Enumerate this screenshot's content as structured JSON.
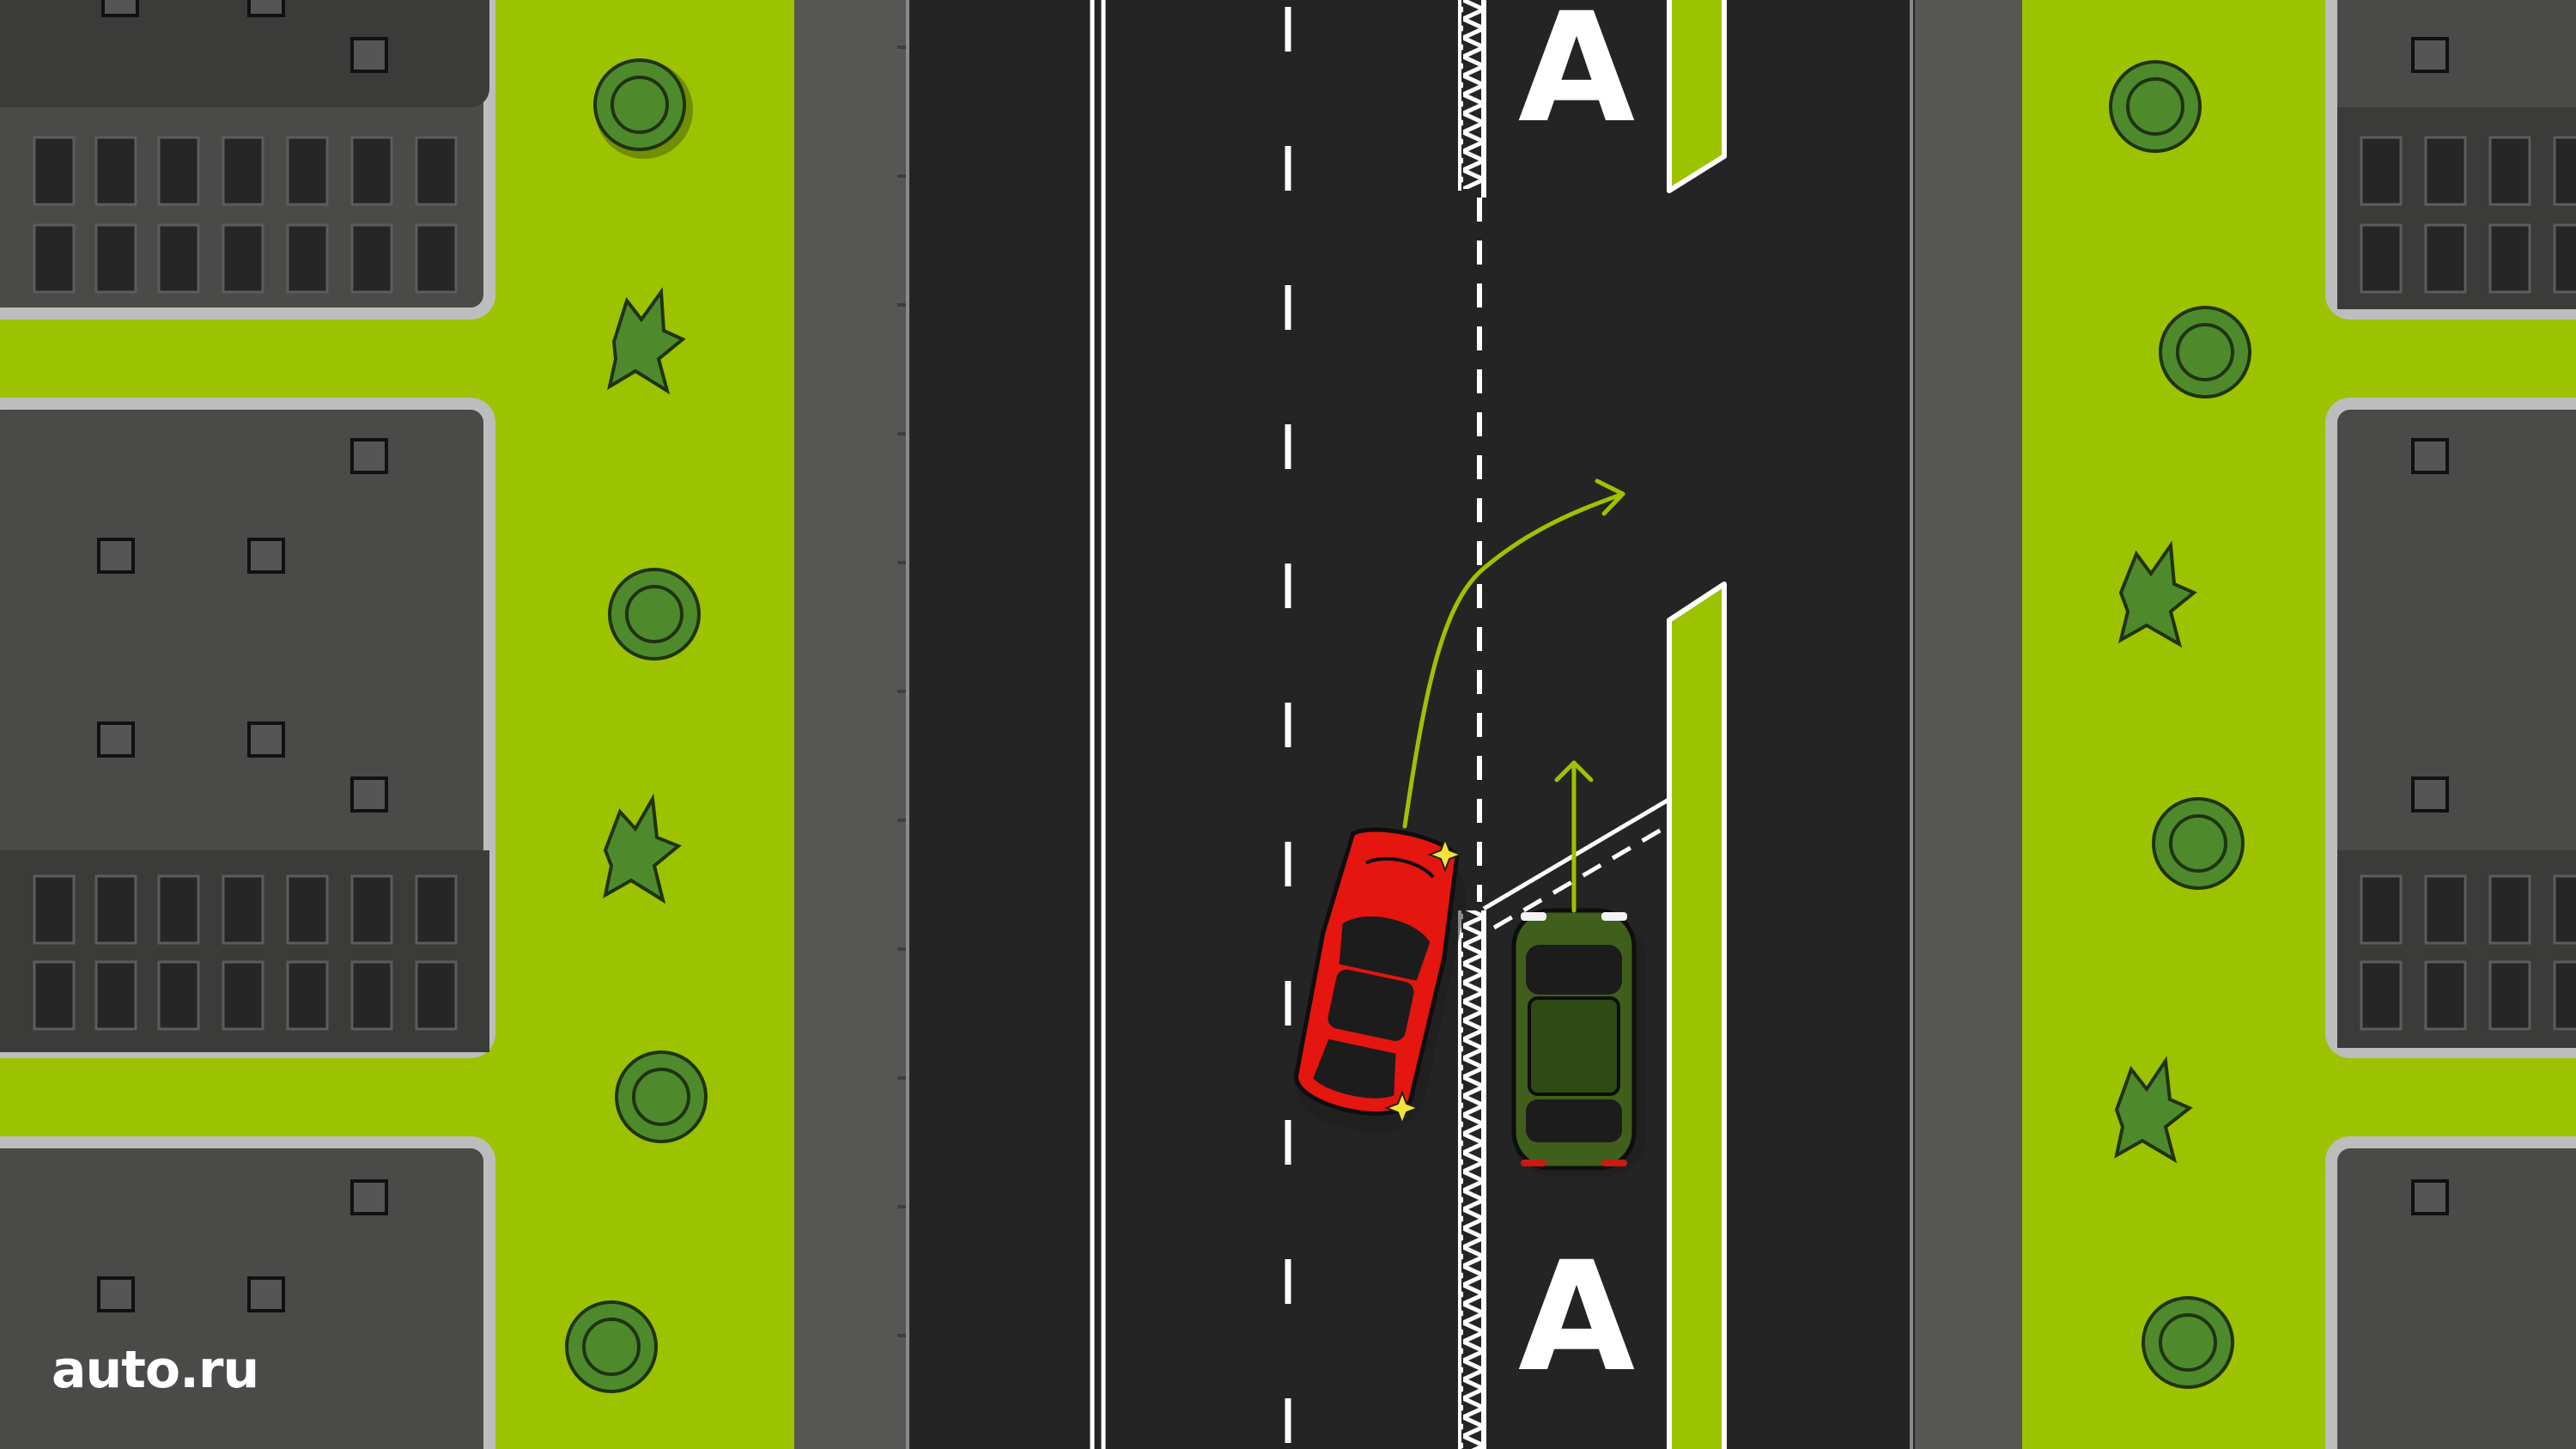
{
  "scene": {
    "lane_marking_top": "A",
    "lane_marking_bottom": "A",
    "watermark": "auto.ru"
  },
  "colors": {
    "grass": "#9dc200",
    "asphalt": "#242424",
    "sidewalk": "#565754",
    "building_roof": "#4a4a48",
    "building_outline": "#bdbdbd",
    "window": "#262626",
    "tree": "#4e8a2c",
    "marking": "#ffffff",
    "red_car": "#e5150f",
    "green_car": "#3f5f1b",
    "trajectory": "#9dc200",
    "spark": "#f5e23c"
  },
  "objects": {
    "red_car_label": "red-car",
    "green_car_label": "green-car",
    "trajectory_icon": "curved-arrow-icon",
    "straight_arrow_icon": "straight-arrow-icon"
  }
}
